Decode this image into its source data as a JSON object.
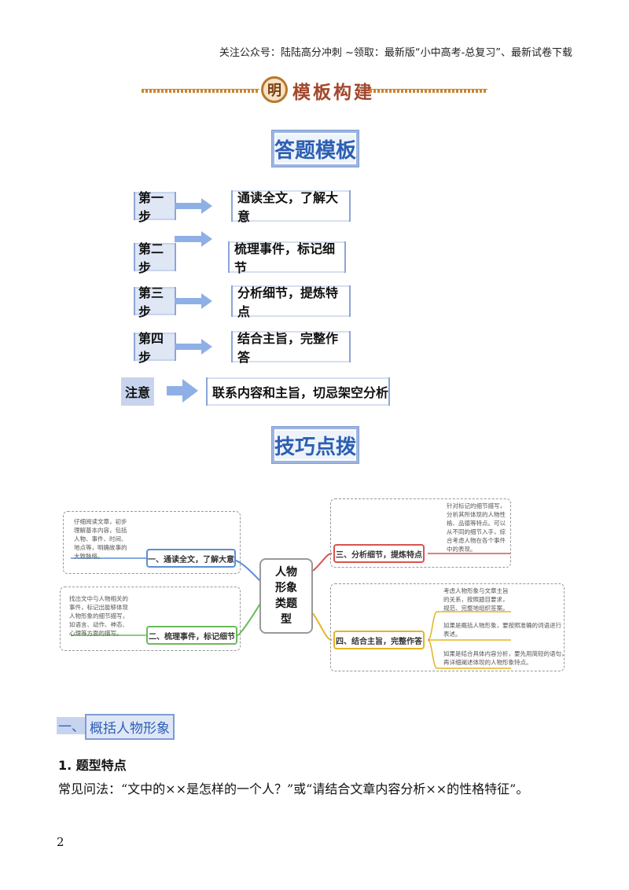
{
  "header_note": "关注公众号：陆陆高分冲刺 ~领取：最新版“小中高考-总复习”、最新试卷下载",
  "banner": {
    "seal": "明",
    "title": "模板构建"
  },
  "template_title": "答题模板",
  "steps": [
    {
      "label": "第一步",
      "text": "通读全文，了解大意"
    },
    {
      "label": "第二步",
      "text": "梳理事件，标记细节"
    },
    {
      "label": "第三步",
      "text": "分析细节，提炼特点"
    },
    {
      "label": "第四步",
      "text": "结合主旨，完整作答"
    }
  ],
  "note": {
    "label": "注意",
    "text": "联系内容和主旨，切忌架空分析"
  },
  "tips_title": "技巧点拨",
  "mindmap": {
    "center": [
      "人物",
      "形象",
      "类题",
      "型"
    ],
    "branches": {
      "b1": {
        "title": "一、通读全文，了解大意",
        "detail": [
          "仔细阅读文章，初步",
          "理解基本内容，包括",
          "人物、事件、时间、",
          "地点等，明确故事的",
          "大致脉络。"
        ]
      },
      "b2": {
        "title": "二、梳理事件，标记细节",
        "detail": [
          "找出文中与人物相关的",
          "事件，标记出能够体现",
          "人物形象的细节描写，",
          "如语言、动作、神态、",
          "心理等方面的描写。"
        ]
      },
      "b3": {
        "title": "三、分析细节，提炼特点",
        "detail": [
          "针对标记的细节描写，",
          "分析其所体现的人物性",
          "格、品德等特点。可以",
          "从不同的细节入手，综",
          "合考虑人物在各个事件",
          "中的表现。"
        ]
      },
      "b4": {
        "title": "四、结合主旨，完整作答",
        "detail": [
          [
            "考虑人物形象与文章主旨",
            "的关系，按照题目要求，",
            "规范、完整地组织答案。"
          ],
          [
            "如果是概括人物形象，要按照准确的词语进行",
            "表述。"
          ],
          [
            "如果是结合具体内容分析，要先用简短的语句，",
            "再详细阐述体现的人物形象特点。"
          ]
        ]
      }
    }
  },
  "section1": {
    "num": "一、",
    "title": "概括人物形象"
  },
  "subhead": "1. 题型特点",
  "body": "常见问法：“文中的××是怎样的一个人？”或“请结合文章内容分析××的性格特征”。",
  "page_number": "2"
}
